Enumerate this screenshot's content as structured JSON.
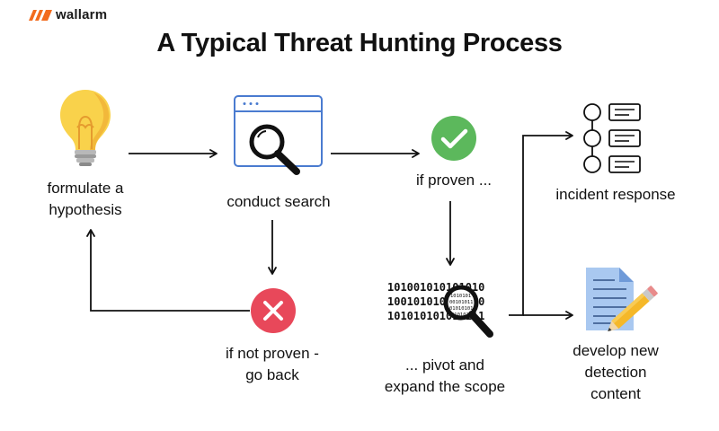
{
  "brand": {
    "name": "wallarm",
    "color": "#F26B1D"
  },
  "title": "A Typical Threat Hunting Process",
  "steps": {
    "hypothesis": {
      "line1": "formulate a",
      "line2": "hypothesis",
      "icon": "lightbulb-icon"
    },
    "search": {
      "label": "conduct search",
      "icon": "browser-search-icon"
    },
    "proven": {
      "label": "if proven ...",
      "icon": "check-circle-icon"
    },
    "not_proven": {
      "line1": "if not proven -",
      "line2": "go back",
      "icon": "x-circle-icon"
    },
    "pivot": {
      "line1": "... pivot and",
      "line2": "expand the scope",
      "icon": "binary-magnifier-icon",
      "binary_rows": [
        "101001010101010",
        "100101010101010",
        "101010101010111"
      ]
    },
    "incident": {
      "label": "incident response",
      "icon": "checklist-icon"
    },
    "detection": {
      "line1": "develop new",
      "line2": "detection",
      "line3": "content",
      "icon": "document-pencil-icon"
    }
  },
  "colors": {
    "green": "#5CB85C",
    "red": "#E8485A",
    "bulb": "#F9D24B",
    "doc": "#8FB6E8",
    "pencil": "#F5B829",
    "browser": "#4A7BD0"
  }
}
